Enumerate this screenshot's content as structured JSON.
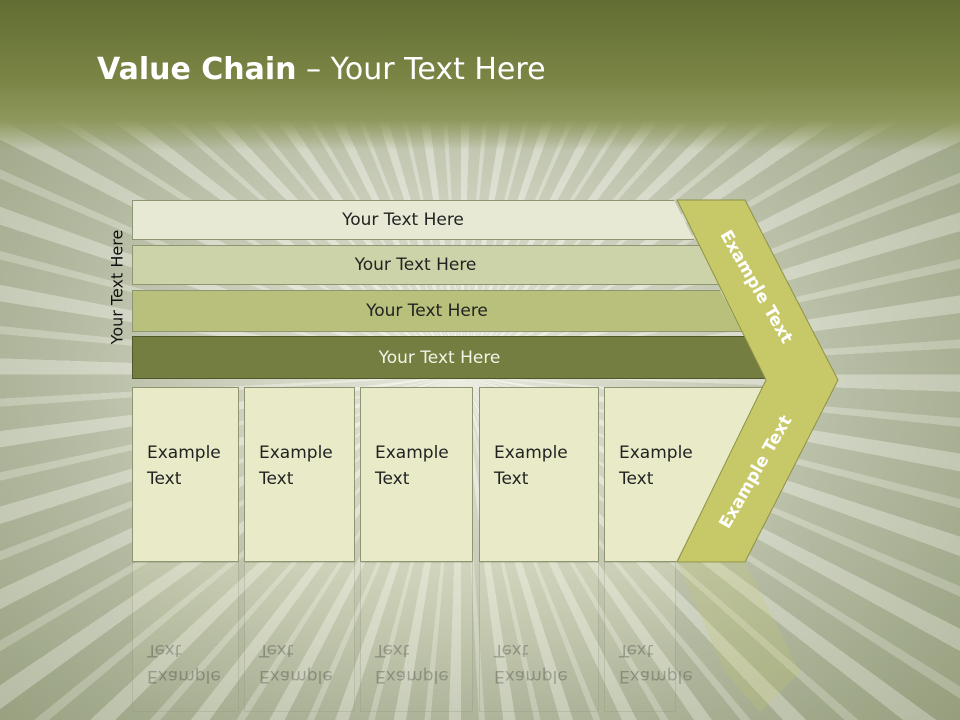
{
  "slide": {
    "title_bold": "Value Chain",
    "title_rest": " – Your Text Here",
    "side_label": "Your Text Here"
  },
  "rows": [
    {
      "label": "Your Text Here"
    },
    {
      "label": "Your Text Here"
    },
    {
      "label": "Your Text Here"
    },
    {
      "label": "Your Text Here"
    }
  ],
  "boxes": [
    {
      "line1": "Example",
      "line2": "Text"
    },
    {
      "line1": "Example",
      "line2": "Text"
    },
    {
      "line1": "Example",
      "line2": "Text"
    },
    {
      "line1": "Example",
      "line2": "Text"
    },
    {
      "line1": "Example",
      "line2": "Text"
    }
  ],
  "chevron": {
    "upper_text": "Example Text",
    "lower_text": "Example Text",
    "color": "#c7c969"
  },
  "colors": {
    "header": "#6b763a",
    "row_light": "#e7e9d5",
    "row_mid": "#cdd3a8",
    "row_medium": "#b8c07b",
    "row_dark": "#747e41",
    "box_fill": "#e9ebc8"
  }
}
